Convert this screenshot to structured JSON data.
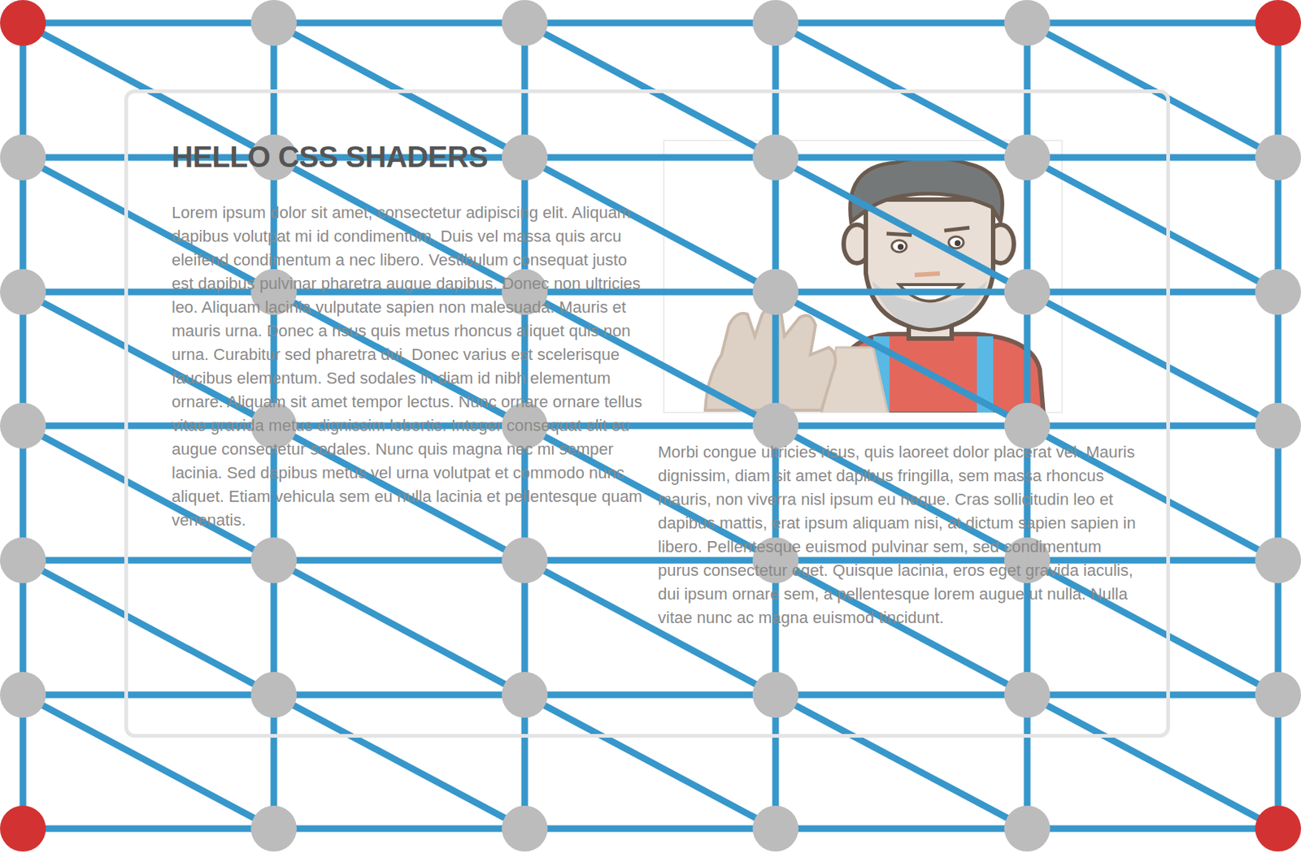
{
  "diagram": {
    "nodes": [
      {
        "text": [
          "HELLO CSS SHADERS",
          "Lorem ipsum dolor sit amet, consectetur adipiscing elit. Aliquam dapibus volutpat mi id condimentum. Duis vel massa quis arcu eleifend condimentum a nec libero. Vestibulum consequat justo est dapibus pulvinar pharetra augue dapibus. Donec non ultricies leo. Aliquam lacinia vulputate sapien non malesuada. Mauris et mauris urna. Donec a risus quis metus rhoncus aliquet quis non urna. Curabitur sed pharetra dui. Donec varius est scelerisque faucibus elementum. Sed sodales in diam id nibh elementum ornare. Aliquam sit amet tempor lectus. Nunc ornare ornare tellus vitae gravida metus dignissim lobortis. Integer consequat elit eu augue consectetur sodales. Nunc quis magna nec mi semper lacinia. Sed dapibus metus vel urna volutpat et commodo nunc aliquet. Etiam vehicula sem eu nulla lacinia et pellentesque quam venenatis.",
          "Morbi congue ultricies risus, quis laoreet dolor placerat vel. Mauris dignissim, diam sit amet dapibus fringilla, sem massa rhoncus mauris, non viverra nisl ipsum eu neque. Cras sollicitudin leo et dapibus mattis, erat ipsum aliquam nisi, at dictum sapien sapien in libero. Pellentesque euismod pulvinar sem, sed condimentum purus consectetur eget. Quisque lacinia, eros eget gravida iaculis, dui ipsum ornare sem, a pellentesque lorem augue ut nulla. Nulla vitae nunc ac magna euismod tincidunt."
        ]
      }
    ]
  }
}
